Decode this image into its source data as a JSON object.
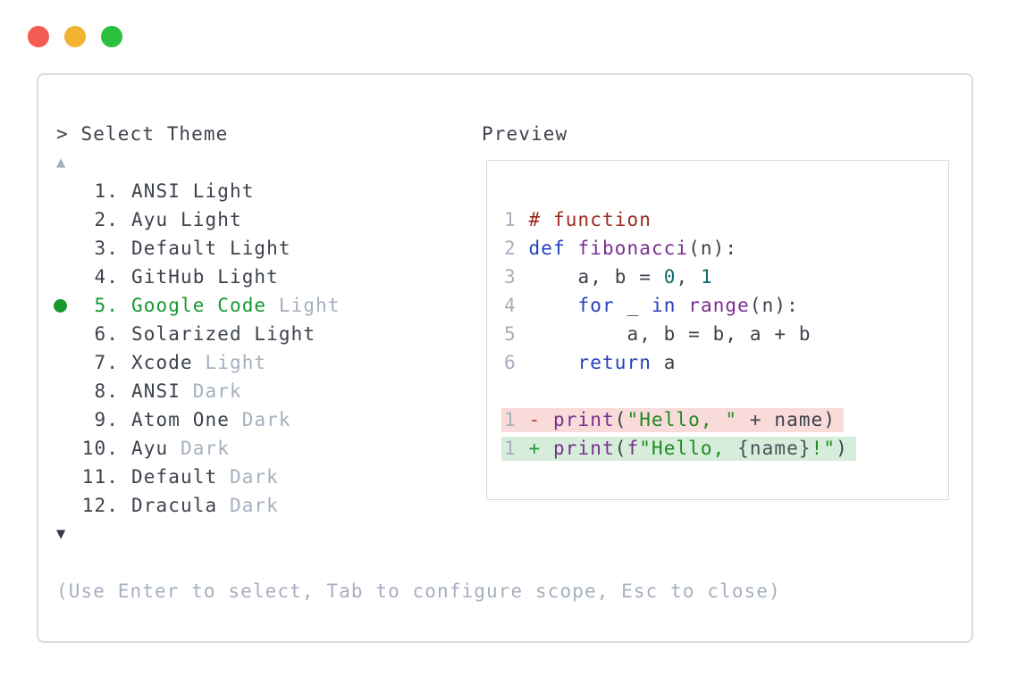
{
  "window": {
    "controls": [
      {
        "name": "close-button",
        "role": "close"
      },
      {
        "name": "minimize-button",
        "role": "minimize"
      },
      {
        "name": "zoom-button",
        "role": "zoom"
      }
    ]
  },
  "theme_picker": {
    "title": "> Select Theme",
    "scroll_up_icon": "▲",
    "scroll_down_icon": "▼",
    "items": [
      {
        "number": "1.",
        "name": "ANSI Light",
        "suffix": "",
        "selected": false
      },
      {
        "number": "2.",
        "name": "Ayu Light",
        "suffix": "",
        "selected": false
      },
      {
        "number": "3.",
        "name": "Default Light",
        "suffix": "",
        "selected": false
      },
      {
        "number": "4.",
        "name": "GitHub Light",
        "suffix": "",
        "selected": false
      },
      {
        "number": "5.",
        "name": "Google Code",
        "suffix": "Light",
        "selected": true
      },
      {
        "number": "6.",
        "name": "Solarized Light",
        "suffix": "",
        "selected": false
      },
      {
        "number": "7.",
        "name": "Xcode",
        "suffix": "Light",
        "selected": false
      },
      {
        "number": "8.",
        "name": "ANSI",
        "suffix": "Dark",
        "selected": false
      },
      {
        "number": "9.",
        "name": "Atom One",
        "suffix": "Dark",
        "selected": false
      },
      {
        "number": "10.",
        "name": "Ayu",
        "suffix": "Dark",
        "selected": false
      },
      {
        "number": "11.",
        "name": "Default",
        "suffix": "Dark",
        "selected": false
      },
      {
        "number": "12.",
        "name": "Dracula",
        "suffix": "Dark",
        "selected": false
      }
    ],
    "hint": "(Use Enter to select, Tab to configure scope, Esc to close)"
  },
  "preview": {
    "label": "Preview",
    "code_lines": [
      {
        "number": "1",
        "tokens": [
          [
            "tok-comment",
            "# function"
          ]
        ]
      },
      {
        "number": "2",
        "tokens": [
          [
            "tok-keyword",
            "def"
          ],
          [
            "tok-plain",
            " "
          ],
          [
            "tok-func",
            "fibonacci"
          ],
          [
            "tok-plain",
            "(n):"
          ]
        ]
      },
      {
        "number": "3",
        "tokens": [
          [
            "tok-plain",
            "    a, b = "
          ],
          [
            "tok-number",
            "0"
          ],
          [
            "tok-plain",
            ", "
          ],
          [
            "tok-number",
            "1"
          ]
        ]
      },
      {
        "number": "4",
        "tokens": [
          [
            "tok-plain",
            "    "
          ],
          [
            "tok-keyword",
            "for"
          ],
          [
            "tok-plain",
            " _ "
          ],
          [
            "tok-keyword",
            "in"
          ],
          [
            "tok-plain",
            " "
          ],
          [
            "tok-func",
            "range"
          ],
          [
            "tok-plain",
            "(n):"
          ]
        ]
      },
      {
        "number": "5",
        "tokens": [
          [
            "tok-plain",
            "        a, b = b, a + b"
          ]
        ]
      },
      {
        "number": "6",
        "tokens": [
          [
            "tok-plain",
            "    "
          ],
          [
            "tok-keyword",
            "return"
          ],
          [
            "tok-plain",
            " a"
          ]
        ]
      }
    ],
    "diff_lines": [
      {
        "number": "1",
        "sign": "-",
        "type": "del",
        "tokens": [
          [
            "tok-func",
            "print"
          ],
          [
            "tok-plain",
            "("
          ],
          [
            "tok-string",
            "\"Hello, \""
          ],
          [
            "tok-plain",
            " + name)"
          ]
        ]
      },
      {
        "number": "1",
        "sign": "+",
        "type": "add",
        "tokens": [
          [
            "tok-func",
            "print"
          ],
          [
            "tok-plain",
            "("
          ],
          [
            "tok-func",
            "f"
          ],
          [
            "tok-string",
            "\"Hello, "
          ],
          [
            "tok-dim",
            "{name}"
          ],
          [
            "tok-string",
            "!\""
          ],
          [
            "tok-plain",
            ")"
          ]
        ]
      }
    ]
  },
  "colors": {
    "traffic_red": "#f45b53",
    "traffic_yellow": "#f2b32e",
    "traffic_green": "#2bc13c",
    "panel_border": "#d8dbe0",
    "preview_border": "#d5d8dd",
    "text_dark": "#3c424c",
    "text_muted": "#a6afbe",
    "accent_green": "#169a30",
    "code_comment": "#9c2a1e",
    "code_keyword": "#2340b8",
    "code_function": "#7b2d8e",
    "code_number": "#0d6b66",
    "code_string": "#1e8922",
    "code_dim": "#4a5058",
    "diff_minus": "#c43a2e",
    "diff_plus": "#1e9a3a",
    "diff_del_bg": "#f9dbd9",
    "diff_add_bg": "#d5edda",
    "line_number": "#a6afbe"
  }
}
